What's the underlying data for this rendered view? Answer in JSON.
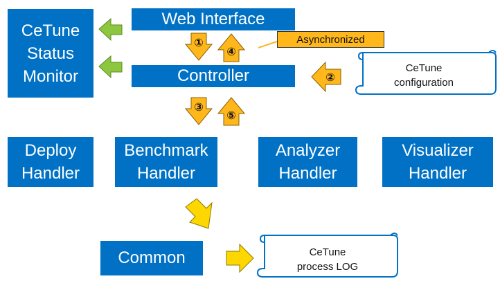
{
  "monitor": {
    "line1": "CeTune",
    "line2": "Status",
    "line3": "Monitor"
  },
  "web_interface": "Web Interface",
  "controller": "Controller",
  "asynchronized": "Asynchronized",
  "config": {
    "line1": "CeTune",
    "line2": "configuration"
  },
  "handlers": {
    "deploy": {
      "line1": "Deploy",
      "line2": "Handler"
    },
    "benchmark": {
      "line1": "Benchmark",
      "line2": "Handler"
    },
    "analyzer": {
      "line1": "Analyzer",
      "line2": "Handler"
    },
    "visualizer": {
      "line1": "Visualizer",
      "line2": "Handler"
    }
  },
  "common": "Common",
  "log": {
    "line1": "CeTune",
    "line2": "process LOG"
  },
  "steps": [
    "①",
    "④",
    "②",
    "③",
    "⑤"
  ],
  "colors": {
    "box": "#0071c5",
    "step_arrow": "#ffb71b",
    "monitor_arrow": "#8dc63f",
    "flow_arrow": "#ffd700"
  }
}
